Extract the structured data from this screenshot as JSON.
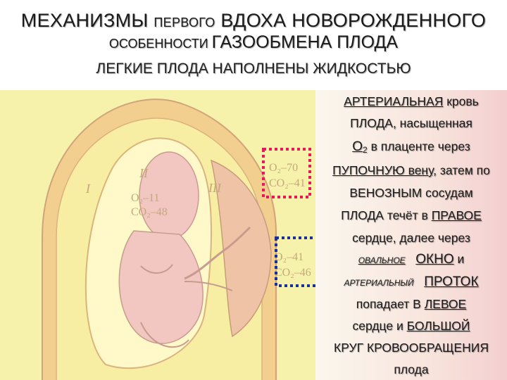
{
  "title": {
    "line1_part1": "МЕХАНИЗМЫ ",
    "line1_part2": "ПЕРВОГО",
    "line1_part3": " ВДОХА ",
    "line1_part4": "НОВОРОЖДЕННОГО",
    "line2_part1": "ОСОБЕННОСТИ ",
    "line2_part2": "ГАЗООБМЕНА ПЛОДА"
  },
  "subtitle": "ЛЕГКИЕ ПЛОДА НАПОЛНЕНЫ ЖИДКОСТЬЮ",
  "figure": {
    "label_I": "I",
    "label_II": "II",
    "label_III": "III",
    "fetus_o2": "O₂–11",
    "fetus_co2": "CO₂–48",
    "red_o2": "O₂–70",
    "red_co2": "CO₂–41",
    "blue_o2": "O₂–41",
    "blue_co2": "CO₂–46"
  },
  "colors": {
    "red_box": "#e8185a",
    "blue_box": "#1a2f9a",
    "figure_bg": "#f6f2ab",
    "uterus_fill": "#f4d09a",
    "fetus_fill": "#f2c7c2"
  },
  "text": {
    "l1_a": "АРТЕРИАЛЬНАЯ",
    "l1_b": " кровь",
    "l2": "ПЛОДА, насыщенная",
    "l3_a": "О",
    "l3_sub": "2",
    "l3_b": " в плаценте через",
    "l4_a": "ПУПОЧНУЮ вену,",
    "l4_b": " затем по",
    "l5": "ВЕНОЗНЫМ сосудам",
    "l6_a": "ПЛОДА течёт в ",
    "l6_b": "ПРАВОЕ",
    "l7": "сердце, далее через",
    "l8_a": "ОВАЛЬНОЕ",
    "l8_b": "ОКНО",
    "l8_c": " и",
    "l9_a": "АРТЕРИАЛЬНЫЙ",
    "l9_b": "ПРОТОК",
    "l10_a": "попадает В ",
    "l10_b": "ЛЕВОЕ",
    "l11_a": "сердце и ",
    "l11_b": "БОЛЬШОЙ",
    "l12": "КРУГ КРОВООБРАЩЕНИЯ",
    "l13": "плода"
  }
}
